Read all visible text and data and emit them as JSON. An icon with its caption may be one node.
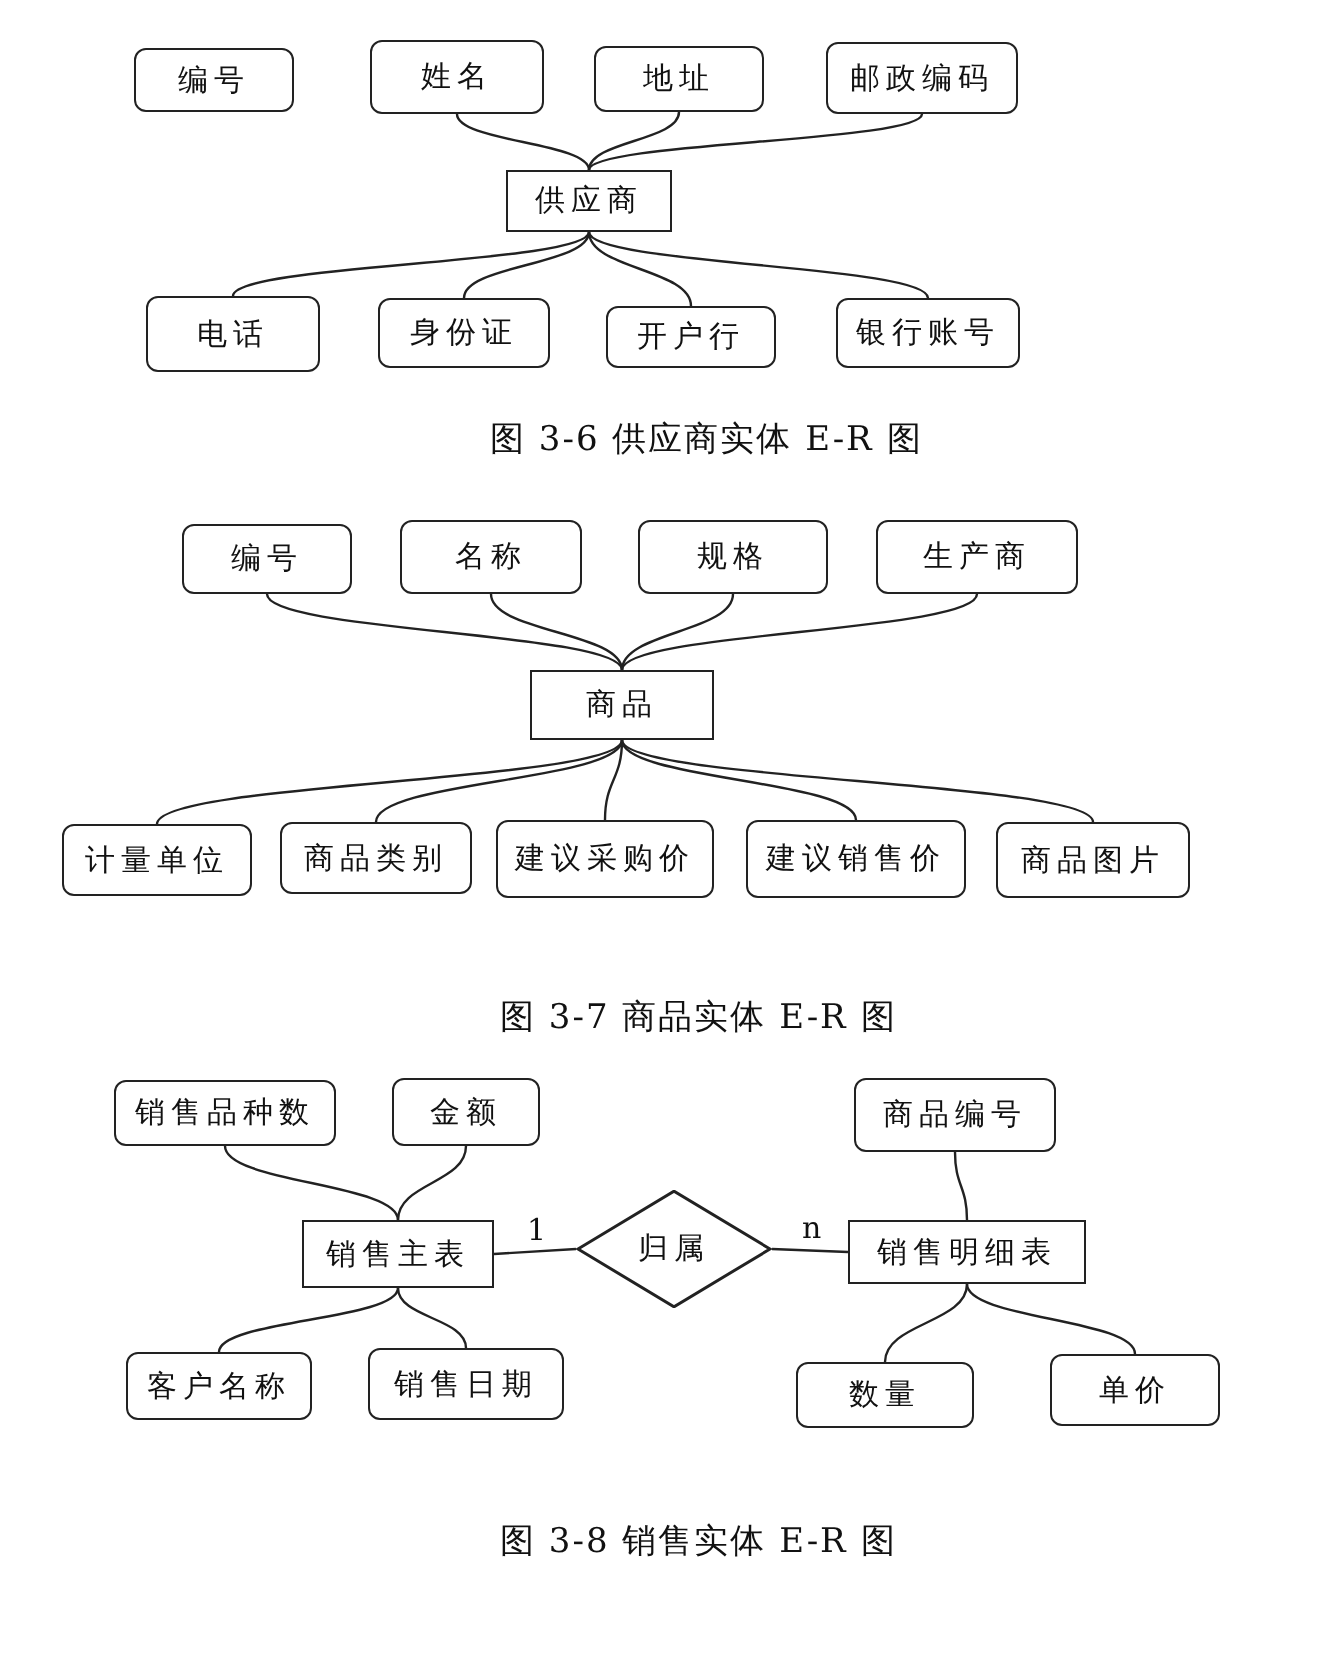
{
  "diagram": {
    "nodes": [
      {
        "text": [
          "编号"
        ]
      },
      {
        "text": [
          "姓名"
        ]
      },
      {
        "text": [
          "地址"
        ]
      },
      {
        "text": [
          "邮政编码"
        ]
      },
      {
        "text": [
          "供应商"
        ]
      },
      {
        "text": [
          "电话"
        ]
      },
      {
        "text": [
          "身份证"
        ]
      },
      {
        "text": [
          "开户行"
        ]
      },
      {
        "text": [
          "银行账号"
        ]
      },
      {
        "text": [
          "编号"
        ]
      },
      {
        "text": [
          "名称"
        ]
      },
      {
        "text": [
          "规格"
        ]
      },
      {
        "text": [
          "生产商"
        ]
      },
      {
        "text": [
          "商品"
        ]
      },
      {
        "text": [
          "计量单位"
        ]
      },
      {
        "text": [
          "商品类别"
        ]
      },
      {
        "text": [
          "建议采购价"
        ]
      },
      {
        "text": [
          "建议销售价"
        ]
      },
      {
        "text": [
          "商品图片"
        ]
      },
      {
        "text": [
          "销售品种数"
        ]
      },
      {
        "text": [
          "金额"
        ]
      },
      {
        "text": [
          "商品编号"
        ]
      },
      {
        "text": [
          "销售主表"
        ]
      },
      {
        "text": [
          "归属"
        ]
      },
      {
        "text": [
          "销售明细表"
        ]
      },
      {
        "text": [
          "客户名称"
        ]
      },
      {
        "text": [
          "销售日期"
        ]
      },
      {
        "text": [
          "数量"
        ]
      },
      {
        "text": [
          "单价"
        ]
      }
    ],
    "edges": [
      {
        "from": 1,
        "to": 4,
        "arrow": "none"
      },
      {
        "from": 2,
        "to": 4,
        "arrow": "none"
      },
      {
        "from": 3,
        "to": 4,
        "arrow": "none"
      },
      {
        "from": 4,
        "to": 5,
        "arrow": "none"
      },
      {
        "from": 4,
        "to": 6,
        "arrow": "none"
      },
      {
        "from": 4,
        "to": 7,
        "arrow": "none"
      },
      {
        "from": 4,
        "to": 8,
        "arrow": "none"
      },
      {
        "from": 9,
        "to": 13,
        "arrow": "none"
      },
      {
        "from": 10,
        "to": 13,
        "arrow": "none"
      },
      {
        "from": 11,
        "to": 13,
        "arrow": "none"
      },
      {
        "from": 12,
        "to": 13,
        "arrow": "none"
      },
      {
        "from": 13,
        "to": 14,
        "arrow": "none"
      },
      {
        "from": 13,
        "to": 15,
        "arrow": "none"
      },
      {
        "from": 13,
        "to": 16,
        "arrow": "none"
      },
      {
        "from": 13,
        "to": 17,
        "arrow": "none"
      },
      {
        "from": 13,
        "to": 18,
        "arrow": "none"
      },
      {
        "from": 19,
        "to": 22,
        "arrow": "none"
      },
      {
        "from": 20,
        "to": 22,
        "arrow": "none"
      },
      {
        "from": 21,
        "to": 24,
        "arrow": "none"
      },
      {
        "from": 22,
        "to": 23,
        "label": "1",
        "arrow": "none"
      },
      {
        "from": 23,
        "to": 24,
        "label": "n",
        "arrow": "none"
      },
      {
        "from": 22,
        "to": 25,
        "arrow": "none"
      },
      {
        "from": 22,
        "to": 26,
        "arrow": "none"
      },
      {
        "from": 24,
        "to": 27,
        "arrow": "none"
      },
      {
        "from": 24,
        "to": 28,
        "arrow": "none"
      }
    ],
    "labels": [
      "图 3-6 供应商实体 E-R 图",
      "图 3-7 商品实体 E-R 图",
      "图 3-8 销售实体 E-R 图"
    ]
  }
}
